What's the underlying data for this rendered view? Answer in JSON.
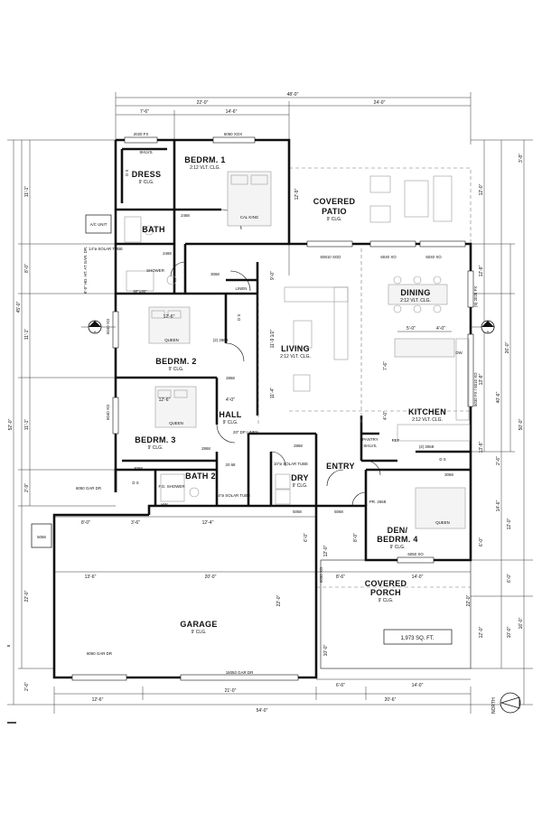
{
  "rooms": {
    "bedrm1": {
      "name": "BEDRM. 1",
      "note": "2:12 VLT. CLG."
    },
    "dress": {
      "name": "DRESS",
      "note": "9' CLG."
    },
    "bath": {
      "name": "BATH"
    },
    "covered_patio": {
      "line1": "COVERED",
      "line2": "PATIO",
      "note": "9' CLG."
    },
    "bedrm2": {
      "name": "BEDRM. 2",
      "note": "9' CLG."
    },
    "living": {
      "name": "LIVING",
      "note": "2:12 VLT. CLG."
    },
    "dining": {
      "name": "DINING",
      "note": "2:12 VLT. CLG."
    },
    "kitchen": {
      "name": "KITCHEN",
      "note": "2:12 VLT. CLG."
    },
    "hall": {
      "name": "HALL",
      "note": "9' CLG."
    },
    "bedrm3": {
      "name": "BEDRM. 3",
      "note": "9' CLG."
    },
    "bath2": {
      "name": "BATH 2"
    },
    "dry": {
      "name": "DRY",
      "note": "9' CLG."
    },
    "entry": {
      "name": "ENTRY"
    },
    "den": {
      "line1": "DEN/",
      "line2": "BEDRM. 4",
      "note": "9' CLG."
    },
    "covered_porch": {
      "line1": "COVERED",
      "line2": "PORCH",
      "note": "9' CLG."
    },
    "garage": {
      "name": "GARAGE",
      "note": "9' CLG."
    }
  },
  "area_label": "1,973 SQ. FT.",
  "north_label": "NORTH",
  "section_marker": "A",
  "notes": {
    "ac_unit": "A/C UNIT",
    "solar_tube_1": "14\"ø SOLAR TUBE",
    "solar_tube_2": "14\"ø SOLAR TUBE",
    "solar_tube_3": "10\"ø SOLAR TUBE",
    "shower": "SHOWER",
    "shower_size": "60\"x36\"",
    "shlvs_1": "SHLVS.",
    "shlvs_2": "SHLVS.",
    "linen_1": "LINEN",
    "linen_2": "20\" DP LINEN",
    "pantry": "PANTRY",
    "ref": "REF",
    "dw": "DW",
    "queen_1": "QUEEN",
    "queen_2": "QUEEN",
    "queen_3": "QUEEN",
    "cal_king": "CAL KING",
    "fg_shower": "F.G. SHOWER",
    "hw": "HW",
    "ds_1": "D S",
    "ds_2": "D S",
    "ds_3": "D S",
    "ds_4": "D S",
    "pr_2668": "PR. 2668"
  },
  "door_window_tags": {
    "w2020fx_top": "2020 FX",
    "w6050xox": "6050 XOX",
    "d2468_a": "2468",
    "d2468_b": "2468",
    "d3068_a": "3068",
    "d2868_a": "(2) 2868",
    "d2868_b": "2868",
    "d2868_c": "2868",
    "d2868_d": "2868",
    "w6040xo_l1": "6040 XO",
    "w6040xo_l2": "6040 XO",
    "d60810": "60810 SGD",
    "w6040xo_d1": "6040 XO",
    "w6040xo_d2": "6040 XO",
    "w2020fx_r": "(5) 2020 FX",
    "w5030": "5030 FX / 5010 XO",
    "d3068_k": "(2) 3068",
    "d3068_b3": "3068",
    "d2068": "20 68",
    "w6050gar_l": "6050 GAR DR",
    "w5068_side": "5068",
    "d5068_e1": "5068",
    "d5068_e2": "5068",
    "d3068_g": "3068",
    "w6050xo_den": "6050 XO",
    "w8050gar": "8050 GAR DR",
    "w16050gar": "16050 GAR DR",
    "w6050xo_g": "6050 XO",
    "hd_note": "8'-0\" HD. HT. AT GAR. DR."
  },
  "dimensions": {
    "overall_width": "48'-0\"",
    "top_22": "22'-0\"",
    "top_24": "24'-0\"",
    "top_7_6": "7'-6\"",
    "top_14_6": "14'-6\"",
    "left_total": "52'-0\"",
    "left_45": "45'-0\"",
    "left_11_1": "11'-1\"",
    "left_11_1b": "11'-1\"",
    "left_8": "8'-0\"",
    "left_2_9": "2'-9\"",
    "left_11_1c": "11'-1\"",
    "left_22": "22'-0\"",
    "left_2_6": "2'-6\"",
    "right_13_8": "13'-8\"",
    "right_12_0": "12'-0\"",
    "right_12_8": "12'-8\"",
    "right_26_0": "26'-0\"",
    "right_13_8b": "13'-8\"",
    "right_40_6": "40'-6\"",
    "right_50_0": "50'-0\"",
    "right_2_6": "2'-6\"",
    "right_14_6": "14'-6\"",
    "right_12_0b": "12'-0\"",
    "right_6_0": "6'-0\"",
    "right_16_0": "16'-0\"",
    "right_10_0": "10'-0\"",
    "right_3_8": "3'-8\"",
    "liv_11_9": "11'-9 1/2\"",
    "liv_9_0": "9'-0\"",
    "liv_11_4": "11'-4\"",
    "liv_12_9": "12'-9\"",
    "k_5_0": "5'-0\"",
    "k_4_0": "4'-0\"",
    "k_7_6": "7'-6\"",
    "k_4_0b": "4'-0\"",
    "b2_12_6": "12'-6\"",
    "b3_12_6": "12'-6\"",
    "h_4_0": "4'-0\"",
    "g_8_0": "8'-0\"",
    "g_3_6": "3'-6\"",
    "g_12_4": "12'-4\"",
    "g_13_6": "13'-6\"",
    "g_20_0": "20'-0\"",
    "g_22_0": "22'-0\"",
    "e_12_0": "12'-0\"",
    "e_8_0": "8'-0\"",
    "e_8_6": "8'-6\"",
    "e_14_0": "14'-0\"",
    "bot_12_6": "12'-6\"",
    "bot_21_0": "21'-0\"",
    "bot_6_6": "6'-6\"",
    "bot_20_6": "20'-6\"",
    "bot_14_0": "14'-0\"",
    "bot_54_0": "54'-0\"",
    "den_6_0": "6'-0\"",
    "gar_22": "22'-0\"",
    "porch_10": "10'-0\"",
    "p_6_0": "6'-0\"",
    "p_12_0": "12'-0\""
  }
}
